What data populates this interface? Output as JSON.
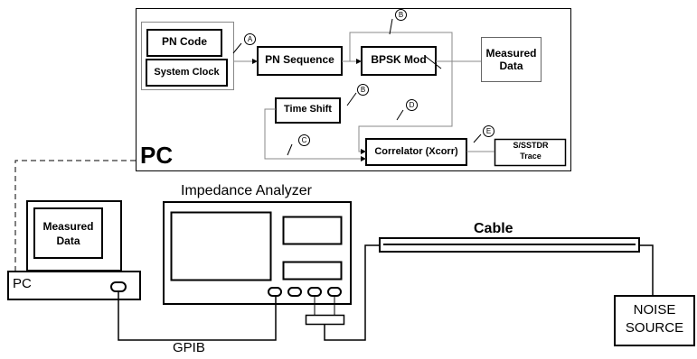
{
  "pc_diagram": {
    "pc_title": "PC",
    "blocks": {
      "pn_code": "PN Code",
      "system_clock": "System Clock",
      "pn_sequence": "PN Sequence",
      "bpsk_mod": "BPSK Mod",
      "measured_data_line1": "Measured",
      "measured_data_line2": "Data",
      "time_shift": "Time Shift",
      "correlator": "Correlator (Xcorr)",
      "trace_line1": "S/SSTDR",
      "trace_line2": "Trace"
    },
    "markers": [
      "A",
      "B",
      "B",
      "C",
      "D",
      "E"
    ]
  },
  "hardware": {
    "monitor_line1": "Measured",
    "monitor_line2": "Data",
    "pc_label": "PC",
    "analyzer_title": "Impedance Analyzer",
    "cable_label": "Cable",
    "gpib_label": "GPIB",
    "noise_line1": "NOISE",
    "noise_line2": "SOURCE"
  }
}
